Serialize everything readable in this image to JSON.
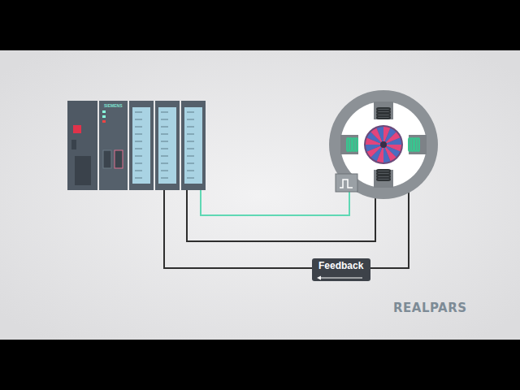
{
  "diagram": {
    "nodes": [
      {
        "text": [
          "SIEMENS"
        ]
      },
      {
        "text": [
          "Feedback"
        ]
      }
    ],
    "labels": [
      "REALPARS"
    ]
  }
}
